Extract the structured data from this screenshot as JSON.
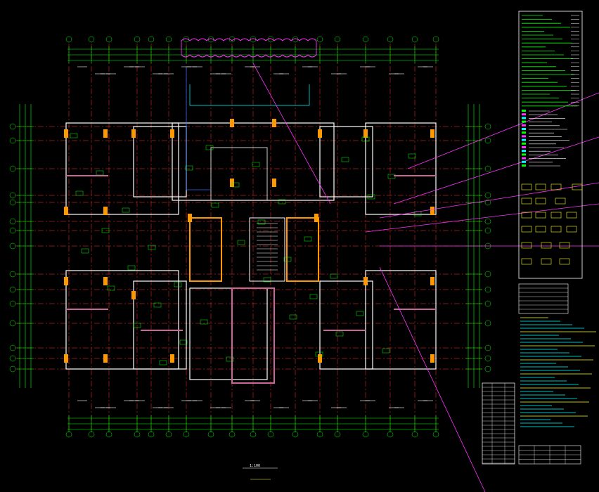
{
  "drawing": {
    "plan_title": "1:100",
    "plan_subtitle": "",
    "colors": {
      "background": "#000000",
      "grid_axis": "#ff3030",
      "walls": "#ffffff",
      "dimension": "#00ff00",
      "column": "#ff9900",
      "magenta": "#ff33ff",
      "cyan": "#00ffff",
      "yellow": "#ffff00",
      "blue": "#3366ff",
      "wall_fill": "#cc6699"
    }
  },
  "legend_panel": {
    "label": "legend-notes-panel"
  },
  "schedule_table": {
    "label": "room-schedule-table"
  },
  "notes_block": {
    "label": "general-notes-block"
  }
}
